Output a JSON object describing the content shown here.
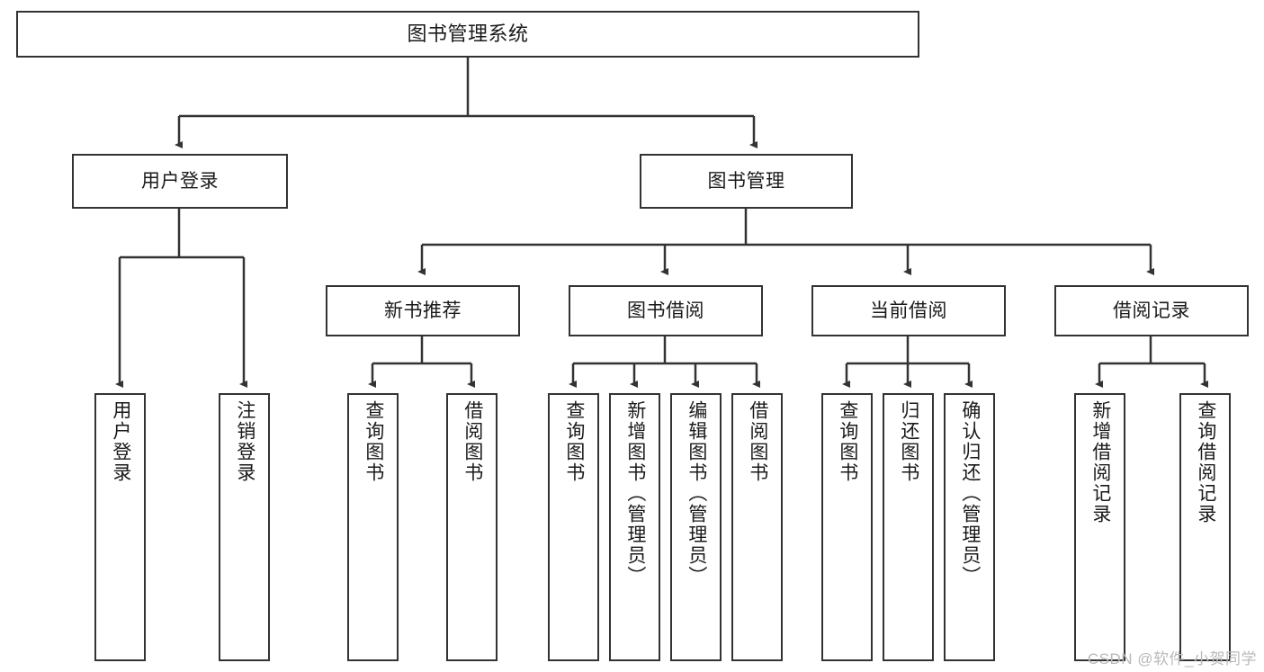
{
  "diagram": {
    "title": "图书管理系统",
    "type": "tree-hierarchy",
    "theme": {
      "background": "#ffffff",
      "box_border": "#333333",
      "box_fill": "#ffffff",
      "edge_color": "#333333",
      "text_color": "#1a1a1a",
      "watermark_color": "#b9b9b9"
    },
    "root": {
      "label": "图书管理系统"
    },
    "level2": [
      {
        "label": "用户登录"
      },
      {
        "label": "图书管理"
      }
    ],
    "level3": [
      {
        "label": "新书推荐"
      },
      {
        "label": "图书借阅"
      },
      {
        "label": "当前借阅"
      },
      {
        "label": "借阅记录"
      }
    ],
    "leaves": {
      "user_login": [
        {
          "label": "用户登录"
        },
        {
          "label": "注销登录"
        }
      ],
      "new_book_recommend": [
        {
          "label": "查询图书"
        },
        {
          "label": "借阅图书"
        }
      ],
      "book_borrow": [
        {
          "label": "查询图书"
        },
        {
          "label": "新增图书（管理员）"
        },
        {
          "label": "编辑图书（管理员）"
        },
        {
          "label": "借阅图书"
        }
      ],
      "current_borrow": [
        {
          "label": "查询图书"
        },
        {
          "label": "归还图书"
        },
        {
          "label": "确认归还（管理员）"
        }
      ],
      "borrow_record": [
        {
          "label": "新增借阅记录"
        },
        {
          "label": "查询借阅记录"
        }
      ]
    },
    "watermark": "CSDN @软件_小贺同学"
  }
}
